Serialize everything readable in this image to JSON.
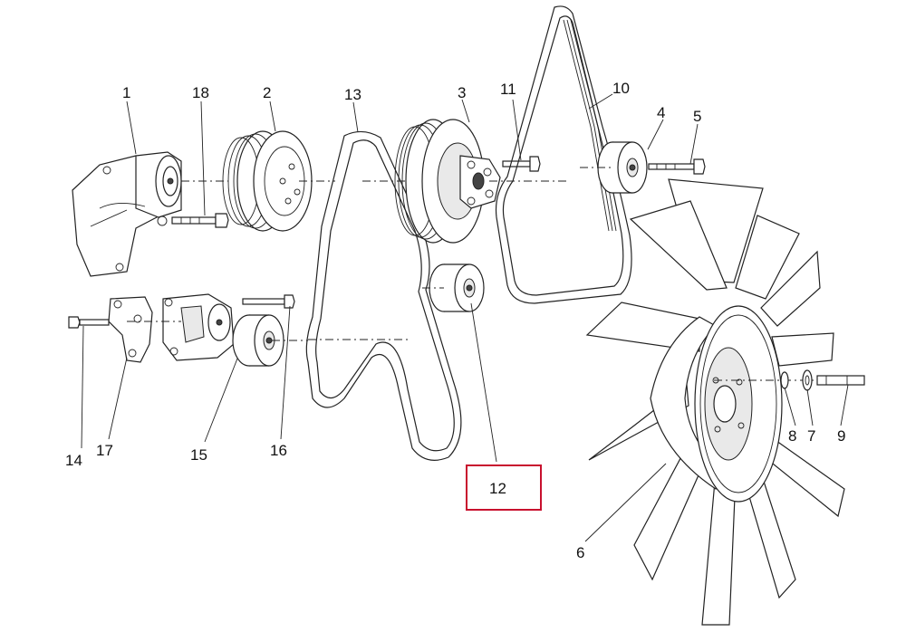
{
  "labels": {
    "l1": "1",
    "l2": "2",
    "l3": "3",
    "l4": "4",
    "l5": "5",
    "l6": "6",
    "l7": "7",
    "l8": "8",
    "l9": "9",
    "l10": "10",
    "l11": "11",
    "l12": "12",
    "l13": "13",
    "l14": "14",
    "l15": "15",
    "l16": "16",
    "l17": "17",
    "l18": "18"
  },
  "highlight": {
    "part": "12",
    "color": "#c8102e"
  }
}
